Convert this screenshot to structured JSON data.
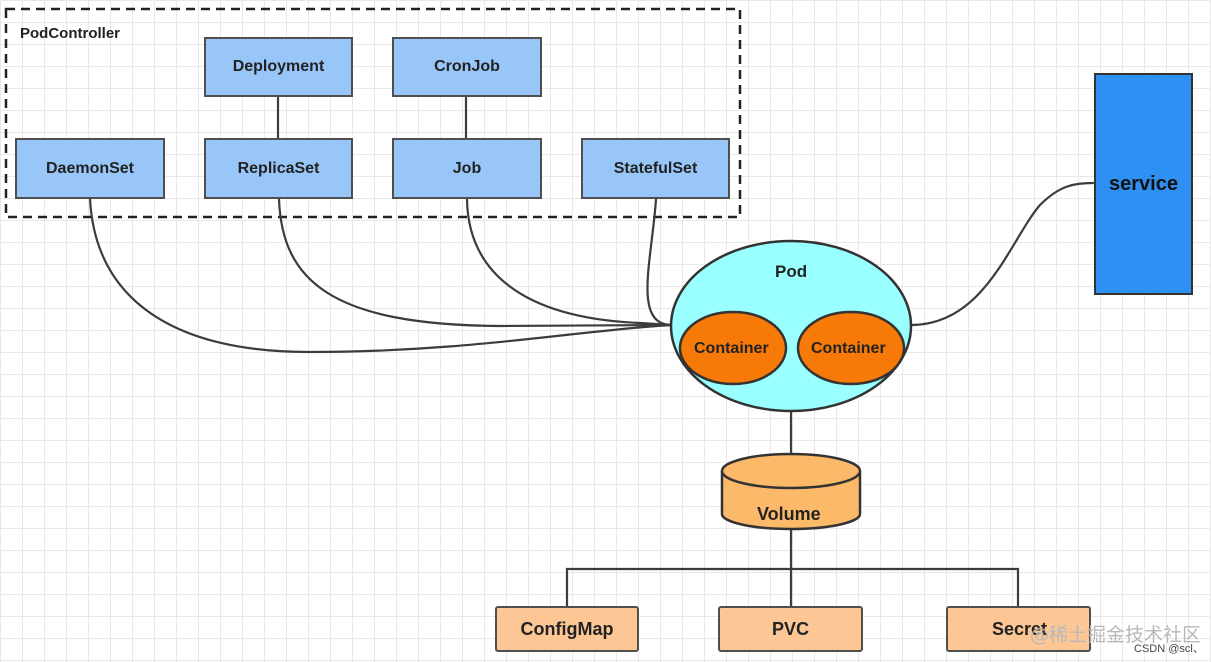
{
  "group": {
    "title": "PodController"
  },
  "controllers": {
    "deployment": "Deployment",
    "cronjob": "CronJob",
    "daemonset": "DaemonSet",
    "replicaset": "ReplicaSet",
    "job": "Job",
    "statefulset": "StatefulSet"
  },
  "service": {
    "label": "service"
  },
  "pod": {
    "label": "Pod",
    "containers": [
      "Container",
      "Container"
    ]
  },
  "volume": {
    "label": "Volume"
  },
  "storage": {
    "configmap": "ConfigMap",
    "pvc": "PVC",
    "secret": "Secret"
  },
  "watermark": {
    "main": "@稀土掘金技术社区",
    "sub": "CSDN @scl、"
  },
  "colors": {
    "controller_fill": "#99c6f8",
    "service_fill": "#2f90f4",
    "pod_fill": "#99ffff",
    "container_fill": "#f77a09",
    "volume_fill": "#fcb96a",
    "storage_fill": "#fcc794",
    "line": "#3c3c3c"
  }
}
